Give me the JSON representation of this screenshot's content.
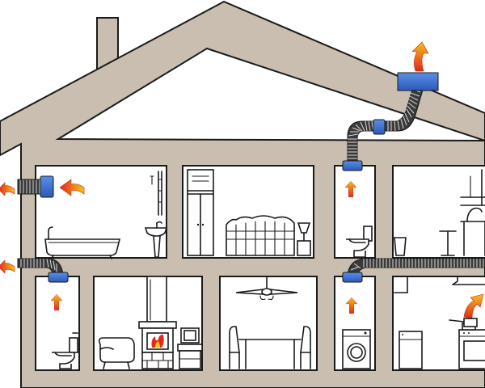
{
  "diagram": {
    "subject": "house-ventilation",
    "colors": {
      "wall": "#c9beaf",
      "outline": "#1a1a1a",
      "fan": "#3a6fcf",
      "duct": "#3a3a3a",
      "arrow_red": "#e02a1a",
      "arrow_yellow": "#f5c21a"
    },
    "rooms": [
      {
        "id": "bathroom",
        "level": "upper",
        "position": "left"
      },
      {
        "id": "wardrobe-bedroom",
        "level": "upper",
        "position": "center-left"
      },
      {
        "id": "toilet-upper",
        "level": "upper",
        "position": "center-right"
      },
      {
        "id": "study",
        "level": "upper",
        "position": "right"
      },
      {
        "id": "toilet-lower",
        "level": "lower",
        "position": "left"
      },
      {
        "id": "living-room",
        "level": "lower",
        "position": "center-left"
      },
      {
        "id": "dining-room",
        "level": "lower",
        "position": "center"
      },
      {
        "id": "laundry",
        "level": "lower",
        "position": "center-right"
      },
      {
        "id": "kitchen",
        "level": "lower",
        "position": "right"
      }
    ],
    "fans": [
      "roof-fan",
      "attic-duct-fan",
      "toilet-upper-fan",
      "bathroom-wall-fan",
      "toilet-lower-fan",
      "laundry-fan"
    ],
    "airflow_arrows": [
      "roof-exhaust",
      "bathroom-intake",
      "bathroom-wall-exhaust",
      "toilet-upper-rise",
      "toilet-lower-rise",
      "lower-wall-exhaust",
      "laundry-rise",
      "kitchen-rise"
    ]
  }
}
